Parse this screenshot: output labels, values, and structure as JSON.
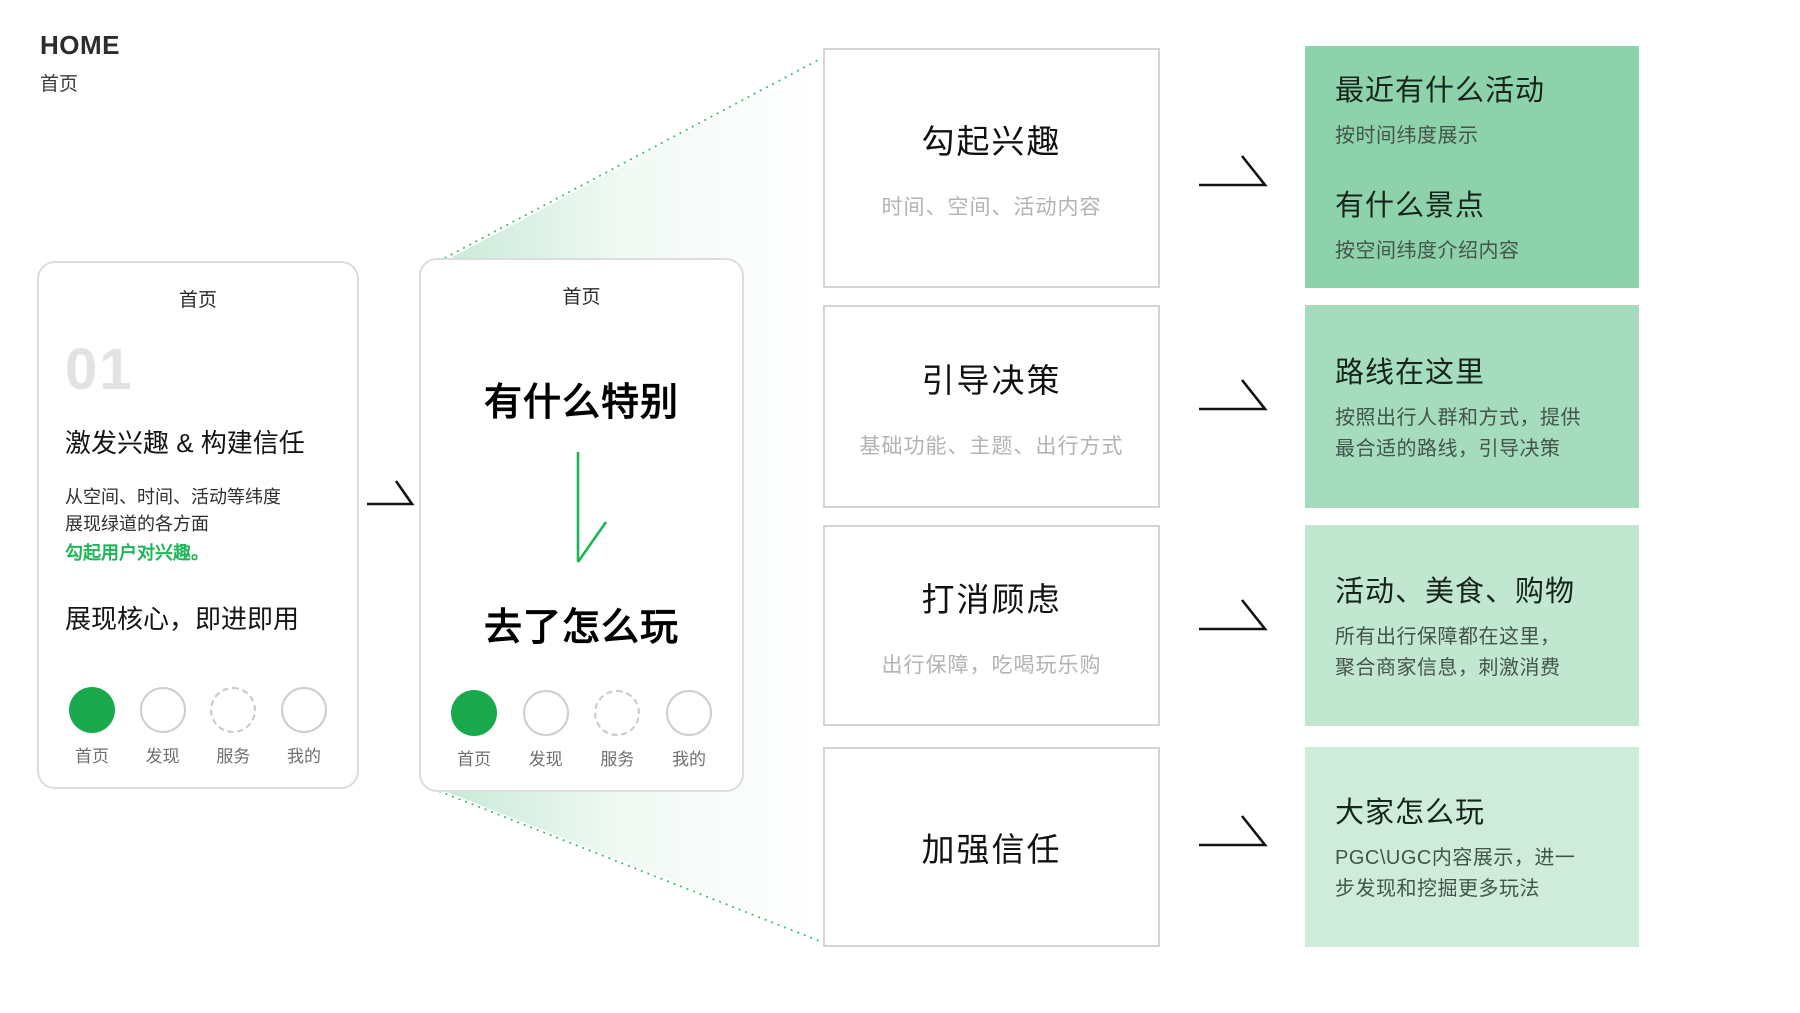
{
  "header": {
    "title": "HOME",
    "subtitle": "首页"
  },
  "colors": {
    "accent_green": "#1db656",
    "circle_green": "#19a94c",
    "dotted_green": "#3fbe77",
    "panel_1": "#8dd2aa",
    "panel_2": "#a6dcbe",
    "panel_3": "#c2e7d1",
    "panel_4": "#cfecdb"
  },
  "phone1": {
    "header": "首页",
    "step": "01",
    "title": "激发兴趣 & 构建信任",
    "body": "从空间、时间、活动等纬度\n展现绿道的各方面",
    "highlight": "勾起用户对兴趣。",
    "principle": "展现核心，即进即用",
    "tabs": [
      {
        "label": "首页",
        "state": "active"
      },
      {
        "label": "发现",
        "state": "normal"
      },
      {
        "label": "服务",
        "state": "dashed"
      },
      {
        "label": "我的",
        "state": "normal"
      }
    ]
  },
  "phone2": {
    "header": "首页",
    "top": "有什么特别",
    "bottom": "去了怎么玩",
    "tabs": [
      {
        "label": "首页",
        "state": "active"
      },
      {
        "label": "发现",
        "state": "normal"
      },
      {
        "label": "服务",
        "state": "dashed"
      },
      {
        "label": "我的",
        "state": "normal"
      }
    ]
  },
  "rows": [
    {
      "box_title": "勾起兴趣",
      "box_subtitle": "时间、空间、活动内容",
      "items": [
        {
          "title": "最近有什么活动",
          "desc": "按时间纬度展示"
        },
        {
          "title": "有什么景点",
          "desc": "按空间纬度介绍内容"
        }
      ]
    },
    {
      "box_title": "引导决策",
      "box_subtitle": "基础功能、主题、出行方式",
      "items": [
        {
          "title": "路线在这里",
          "desc": "按照出行人群和方式，提供\n最合适的路线，引导决策"
        }
      ]
    },
    {
      "box_title": "打消顾虑",
      "box_subtitle": "出行保障，吃喝玩乐购",
      "items": [
        {
          "title": "活动、美食、购物",
          "desc": "所有出行保障都在这里，\n聚合商家信息，刺激消费"
        }
      ]
    },
    {
      "box_title": "加强信任",
      "box_subtitle": "",
      "items": [
        {
          "title": "大家怎么玩",
          "desc": "PGC\\UGC内容展示，进一\n步发现和挖掘更多玩法"
        }
      ]
    }
  ]
}
